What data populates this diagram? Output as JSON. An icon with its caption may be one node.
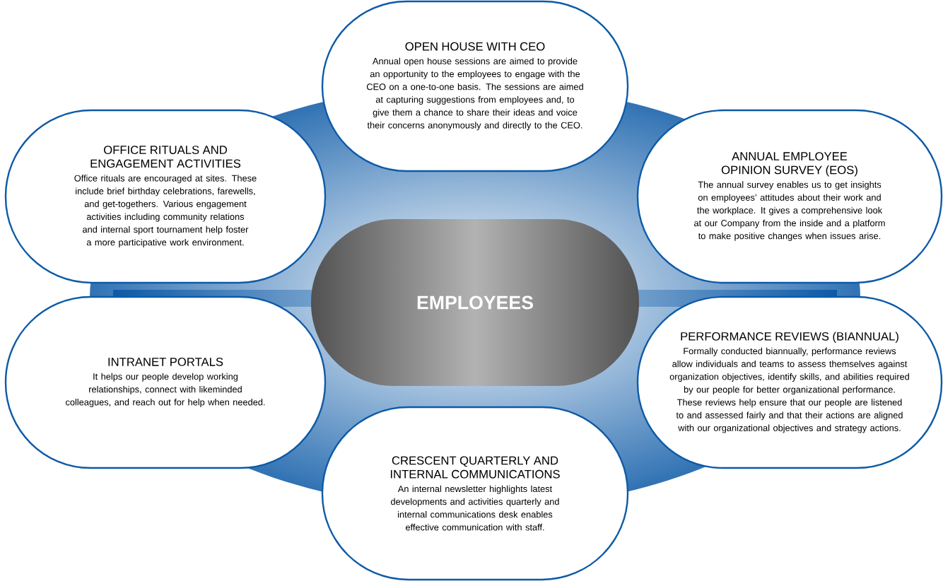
{
  "diagram": {
    "nodes": [
      {
        "text": [
          "OPEN HOUSE WITH CEO",
          "Annual open house sessions are aimed to provide an opportunity to the employees to engage with the CEO on a one-to-one basis. The sessions are aimed at capturing suggestions from employees and, to give them a chance to share their ideas and voice their concerns anonymously and directly to the CEO."
        ]
      },
      {
        "text": [
          "OFFICE RITUALS AND ENGAGEMENT ACTIVITIES",
          "Office rituals are encouraged at sites. These include brief birthday celebrations, farewells, and get-togethers. Various engagement activities including community relations and internal sport tournament help foster a more participative work environment."
        ]
      },
      {
        "text": [
          "ANNUAL EMPLOYEE OPINION SURVEY (EOS)",
          "The annual survey enables us to get insights on employees’ attitudes about their work and the workplace. It gives a comprehensive look at our Company from the inside and a platform to make positive changes when issues arise."
        ]
      },
      {
        "text": [
          "EMPLOYEES"
        ]
      },
      {
        "text": [
          "INTRANET PORTALS",
          "It helps our people develop working relationships, connect with likeminded colleagues, and reach out for help when needed."
        ]
      },
      {
        "text": [
          "PERFORMANCE REVIEWS (BIANNUAL)",
          "Formally conducted biannually, performance reviews allow individuals and teams to assess themselves against organization objectives, identify skills, and abilities required by our people for better organizational performance. These reviews help ensure that our people are listened to and assessed fairly and that their actions are aligned with our organizational objectives and strategy actions."
        ]
      },
      {
        "text": [
          "CRESCENT QUARTERLY AND INTERNAL COMMUNICATIONS",
          "An internal newsletter highlights latest developments and activities quarterly and internal communications desk enables effective communication with staff."
        ]
      }
    ]
  }
}
